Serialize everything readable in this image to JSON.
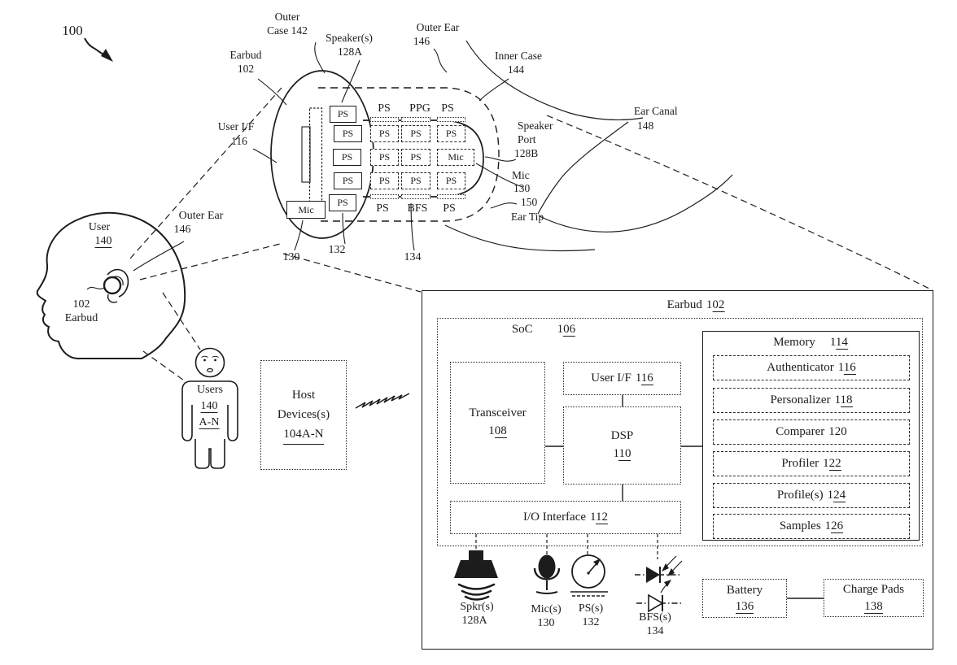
{
  "figure_ref": "100",
  "closeup": {
    "earbud": [
      "Earbud",
      "102"
    ],
    "outer_case": [
      "Outer",
      "Case 142"
    ],
    "speakers": [
      "Speaker(s)",
      "128A"
    ],
    "outer_ear": [
      "Outer Ear",
      "146"
    ],
    "inner_case": [
      "Inner Case",
      "144"
    ],
    "user_if": [
      "User I/F",
      "116"
    ],
    "speaker_port": [
      "Speaker",
      "Port",
      "128B"
    ],
    "mic": [
      "Mic",
      "130"
    ],
    "ear_canal": [
      "Ear Canal",
      "148"
    ],
    "ear_tip": [
      "150",
      "Ear Tip"
    ],
    "refs": {
      "mic": "130",
      "ps": "132",
      "bfs": "134"
    },
    "top_sensor_labels": [
      "PS",
      "PPG",
      "PS"
    ],
    "bottom_sensor_labels": [
      "PS",
      "BFS",
      "PS"
    ],
    "col1": [
      "PS",
      "PS",
      "PS",
      "PS",
      "PS"
    ],
    "col1_mic": "Mic",
    "grid": [
      [
        "PS",
        "PS",
        "PS"
      ],
      [
        "PS",
        "PS",
        "Mic"
      ],
      [
        "PS",
        "PS",
        "PS"
      ]
    ]
  },
  "head": {
    "user": "User",
    "user_num": "140",
    "outer_ear": "Outer Ear",
    "outer_ear_num": "146",
    "earbud_num": "102",
    "earbud": "Earbud"
  },
  "users": {
    "label": "Users",
    "num": "140",
    "range": "A-N"
  },
  "host": {
    "line1": "Host",
    "line2": "Devices(s)",
    "num": "104A-N"
  },
  "system": {
    "title": "Earbud",
    "title_num": "1",
    "title_num_u": "02",
    "soc": {
      "label": "SoC",
      "num": "1",
      "num_u": "06"
    },
    "transceiver": {
      "label": "Transceiver",
      "num": "1",
      "num_u": "08"
    },
    "user_if": {
      "label": "User I/F",
      "num": "1",
      "num_u": "16"
    },
    "dsp": {
      "label": "DSP",
      "num": "1",
      "num_u": "10"
    },
    "io": {
      "label": "I/O Interface",
      "num": "1",
      "num_u": "12"
    },
    "memory": {
      "label": "Memory",
      "num": "1",
      "num_u": "14"
    },
    "memory_items": [
      {
        "label": "Authenticator",
        "num": "1",
        "num_u": "16"
      },
      {
        "label": "Personalizer",
        "num": "1",
        "num_u": "18"
      },
      {
        "label": "Comparer",
        "num": "120",
        "num_u": ""
      },
      {
        "label": "Profiler",
        "num": "1",
        "num_u": "22"
      },
      {
        "label": "Profile(s)",
        "num": "1",
        "num_u": "24"
      },
      {
        "label": "Samples",
        "num": "1",
        "num_u": "26"
      }
    ],
    "battery": {
      "label": "Battery",
      "num": "",
      "num_u": "136"
    },
    "charge_pads": {
      "label": "Charge Pads",
      "num": "",
      "num_u": "138"
    },
    "peripherals": [
      {
        "label": "Spkr(s)",
        "num": "128A"
      },
      {
        "label": "Mic(s)",
        "num": "130"
      },
      {
        "label": "PS(s)",
        "num": "132"
      },
      {
        "label": "BFS(s)",
        "num": "134"
      }
    ]
  },
  "colors": {
    "ink": "#1c1c1c",
    "background": "#ffffff"
  }
}
